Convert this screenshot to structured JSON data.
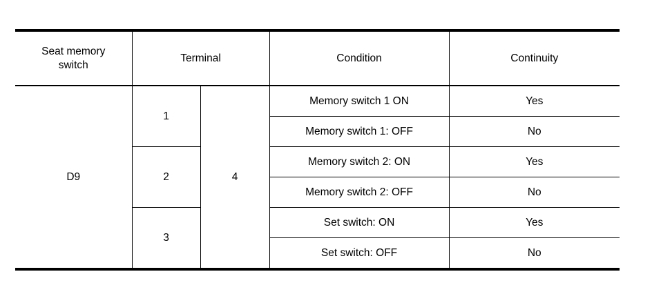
{
  "document": {
    "type": "service-manual-continuity-table",
    "title": "",
    "background_color": "#ffffff",
    "line_color": "#000000"
  },
  "table": {
    "headers": {
      "connector": "Seat memory switch",
      "connector_line1": "Seat memory",
      "connector_line2": "switch",
      "terminal": "Terminal",
      "condition": "Condition",
      "continuity": "Continuity"
    },
    "connector_id": "D9",
    "terminal_common": "4",
    "terminal_groups": [
      {
        "terminal": "1",
        "rowspan": 2
      },
      {
        "terminal": "2",
        "rowspan": 2
      },
      {
        "terminal": "3",
        "rowspan": 2
      }
    ],
    "rows": [
      {
        "condition": "Memory switch 1 ON",
        "continuity": "Yes"
      },
      {
        "condition": "Memory switch 1: OFF",
        "continuity": "No"
      },
      {
        "condition": "Memory switch 2: ON",
        "continuity": "Yes"
      },
      {
        "condition": "Memory switch 2: OFF",
        "continuity": "No"
      },
      {
        "condition": "Set switch: ON",
        "continuity": "Yes"
      },
      {
        "condition": "Set switch: OFF",
        "continuity": "No"
      }
    ]
  }
}
